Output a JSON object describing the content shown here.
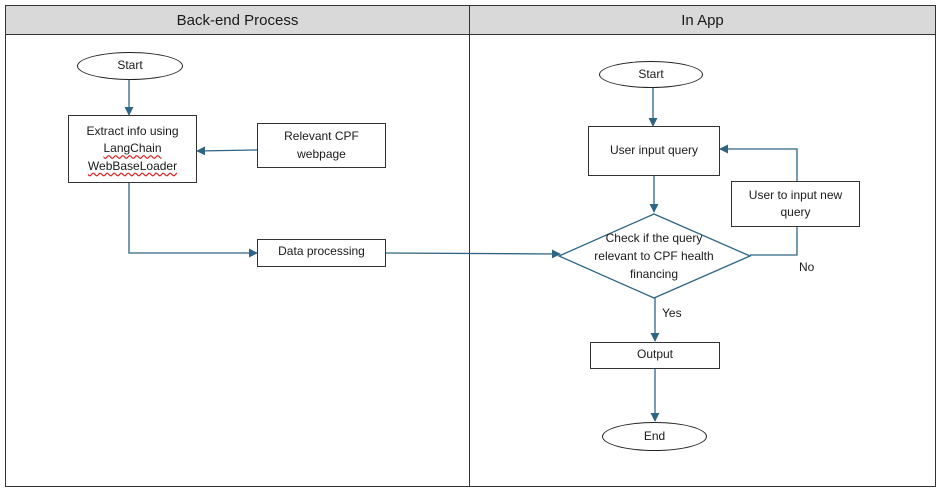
{
  "lanes": {
    "backend_title": "Back-end Process",
    "app_title": "In App"
  },
  "backend": {
    "start": "Start",
    "extract_line1": "Extract info using",
    "extract_line2": "LangChain",
    "extract_line3": "WebBaseLoader",
    "cpf_page_line1": "Relevant CPF",
    "cpf_page_line2": "webpage",
    "data_processing": "Data processing"
  },
  "app": {
    "start": "Start",
    "user_input": "User input query",
    "new_query_line1": "User to input new",
    "new_query_line2": "query",
    "check_line1": "Check if the query",
    "check_line2": "relevant to CPF health",
    "check_line3": "financing",
    "no_label": "No",
    "yes_label": "Yes",
    "output": "Output",
    "end": "End"
  },
  "colors": {
    "arrow": "#2e6585",
    "border": "#333333",
    "header_fill": "#d9d9d9",
    "spellcheck_underline": "#dd2222"
  }
}
